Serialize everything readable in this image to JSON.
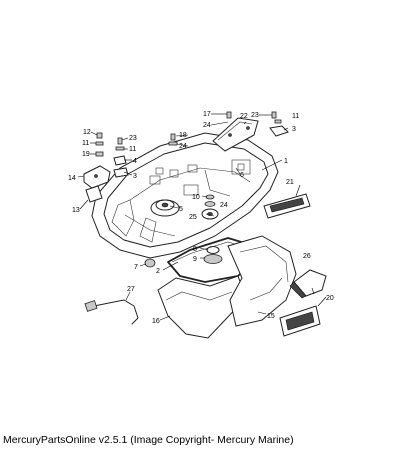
{
  "footer": {
    "caption": "MercuryPartsOnline v2.5.1 (Image Copyright- Mercury Marine)"
  },
  "diagram": {
    "callouts": [
      "1",
      "2",
      "3",
      "3",
      "4",
      "5",
      "6",
      "7",
      "8",
      "9",
      "10",
      "11",
      "11",
      "11",
      "12",
      "13",
      "14",
      "15",
      "16",
      "17",
      "18",
      "19",
      "20",
      "21",
      "22",
      "23",
      "23",
      "24",
      "24",
      "24",
      "25",
      "26",
      "27"
    ]
  }
}
